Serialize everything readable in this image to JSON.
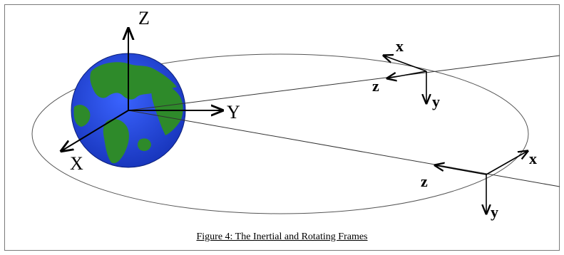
{
  "figure": {
    "caption": "Figure 4: The Inertial and Rotating Frames"
  },
  "inertial_axes": {
    "x_label": "X",
    "y_label": "Y",
    "z_label": "Z"
  },
  "rotating_frames": [
    {
      "x_label": "x",
      "y_label": "y",
      "z_label": "z"
    },
    {
      "x_label": "x",
      "y_label": "y",
      "z_label": "z"
    }
  ],
  "colors": {
    "ocean": "#1f3fd0",
    "land": "#2e8a2a",
    "lines": "#000000",
    "orbit": "#555555"
  }
}
